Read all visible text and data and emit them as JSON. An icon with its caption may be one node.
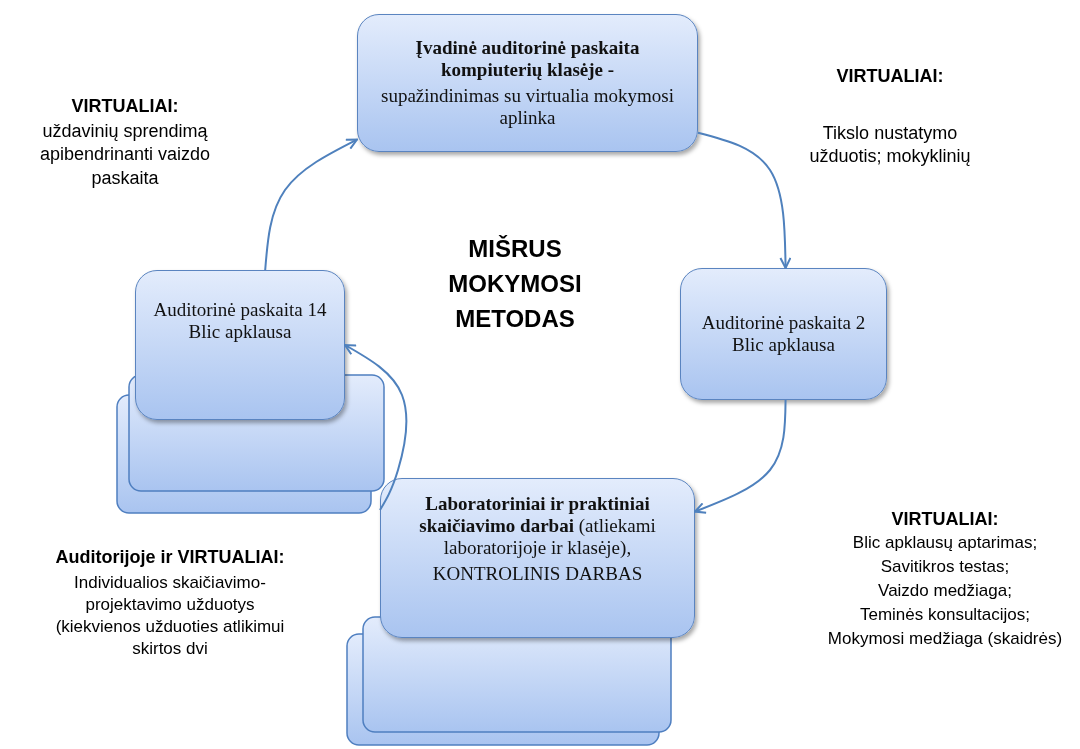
{
  "diagram": {
    "nodes": [
      {
        "text": [
          "Įvadinė auditorinė paskaita kompiuterių klasėje -",
          "supažindinimas su virtualia mokymosi aplinka"
        ]
      },
      {
        "text": [
          "Auditorinė paskaita 2 Blic apklausa"
        ]
      },
      {
        "text": [
          "**Laboratoriniai ir praktiniai skaičiavimo darbai** (atliekami laboratorijoje ir klasėje),",
          "KONTROLINIS DARBAS"
        ]
      },
      {
        "text": [
          "Auditorinė paskaita 14 Blic apklausa"
        ]
      },
      {
        "text": [],
        "shape": "box"
      },
      {
        "text": [],
        "shape": "box"
      }
    ],
    "edges": [
      {
        "from": 0,
        "to": 1,
        "arrow": "to"
      },
      {
        "from": 1,
        "to": 2,
        "arrow": "to"
      },
      {
        "from": 2,
        "to": 3,
        "arrow": "to"
      },
      {
        "from": 3,
        "to": 0,
        "arrow": "to"
      }
    ],
    "labels": [
      "VIRTUALIAI:",
      "uždavinių sprendimą apibendrinanti vaizdo paskaita",
      "VIRTUALIAI:",
      "Tikslo nustatymo užduotis; mokyklinių",
      "MIŠRUS MOKYMOSI METODAS",
      "VIRTUALIAI:",
      "Blic apklausų aptarimas;",
      "Savitikros testas;",
      "Vaizdo medžiaga;",
      "Teminės konsultacijos;",
      "Mokymosi medžiaga (skaidrės)",
      "Auditorijoje ir VIRTUALIAI:",
      "Individualios skaičiavimo-projektavimo užduotys (kiekvienos užduoties atlikimui skirtos dvi"
    ]
  }
}
